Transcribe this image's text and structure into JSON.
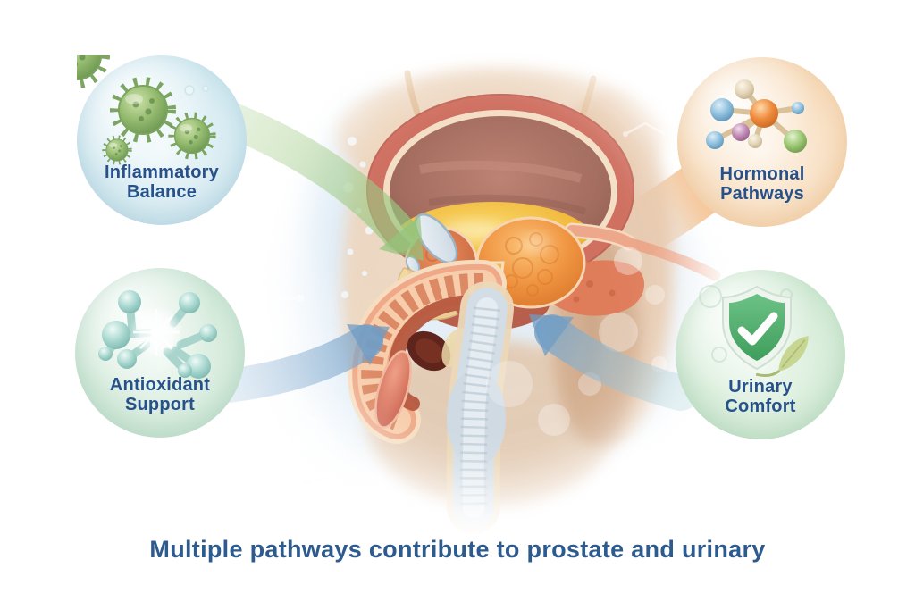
{
  "caption": {
    "text": "Multiple pathways contribute to prostate and urinary",
    "color": "#2d5b8e"
  },
  "callouts": [
    {
      "id": "inflammatory-balance",
      "line1": "Inflammatory",
      "line2": "Balance",
      "icon": "virus-cells-icon",
      "bubble_tint": "#d8ecf2",
      "arrow_color": "#9fca8c",
      "arrow_direction": "from-top-left-to-center"
    },
    {
      "id": "hormonal-pathways",
      "line1": "Hormonal",
      "line2": "Pathways",
      "icon": "ball-and-stick-molecule-icon",
      "bubble_tint": "#f8e0c4",
      "arrow_color": "#f3c094",
      "arrow_direction": "from-top-right-to-center"
    },
    {
      "id": "antioxidant-support",
      "line1": "Antioxidant",
      "line2": "Support",
      "icon": "antioxidant-molecule-burst-icon",
      "bubble_tint": "#d6ebdc",
      "arrow_color": "#8fb6d8",
      "arrow_direction": "from-bottom-left-to-center"
    },
    {
      "id": "urinary-comfort",
      "line1": "Urinary",
      "line2": "Comfort",
      "icon": "shield-check-leaf-icon",
      "bubble_tint": "#d8edda",
      "arrow_color": "#8fb6d8",
      "arrow_direction": "from-bottom-right-to-center"
    }
  ],
  "illustration": {
    "subject": "sagittal cross-section of bladder, prostate and urethra",
    "label_text_color": "#27518a",
    "key_colors": {
      "bladder_wall": "#cf7061",
      "urine": "#e9a62f",
      "prostate": "#ef9440",
      "urethra_tube": "#d2dde6",
      "shield_green": "#45a85f"
    }
  }
}
